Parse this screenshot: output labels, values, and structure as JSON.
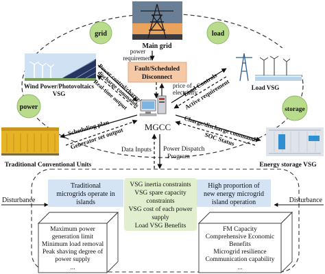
{
  "nodes": {
    "main_grid": "Main grid",
    "wind_pv": "Wind Power/Photovoltaics",
    "wind_pv_sub": "VSG",
    "load_vsg": "Load VSG",
    "traditional_units": "Traditional Conventional Units",
    "energy_storage": "Energy storage VSG",
    "mgcc": "MGCC"
  },
  "circles": {
    "grid": "grid",
    "load": "load",
    "power": "power",
    "storage": "storage"
  },
  "fault_box": [
    "Fault/Scheduled",
    "Disconnect"
  ],
  "arrow_labels": {
    "power_requirement": [
      "power",
      "requirement"
    ],
    "price_of_electricity": [
      "price of",
      "electricity"
    ],
    "power_control": [
      "Power control/charge/",
      "discharge commands"
    ],
    "realtime_output": "Real-time output",
    "load_controls": "Load Controls",
    "active_requirement": "Active requirement",
    "scheduling_plan": "Scheduling plan",
    "generator_set_output": "Generator set output",
    "charge_discharge": "Charge/discharge commands",
    "soc_status": "SOC Status",
    "data_inputs": "Data Inputs",
    "power_dispatch": [
      "Power Dispatch",
      "Program"
    ]
  },
  "bottom": {
    "disturbance_left": "Disturbance",
    "disturbance_right": "Disturbance",
    "left_box": [
      "Traditional",
      "microgrids operate in",
      "islands"
    ],
    "right_box": [
      "High proportion of",
      "new energy microgrid",
      "island operation"
    ],
    "center_box": [
      "VSG inertia constraints",
      "VSG spare capacity",
      "constraints",
      "VSG cost of each power",
      "supply",
      "Load VSG Benefits"
    ],
    "left_cube": [
      "Maximum power",
      "generation limit",
      "Minimum load removal",
      "Peak shaving degree of",
      "power supply",
      "..."
    ],
    "right_cube": [
      "FM Capacity",
      "Comprehensive Economic",
      "Benefits",
      "Microgrid resilience",
      "Communication capability",
      "..."
    ]
  },
  "colors": {
    "circle_fill": "#b9dc8c",
    "fault_fill": "#f6c9a6",
    "blue_box": "#d4e4f4",
    "green_box": "#e2efcf",
    "generator": "#e6b325",
    "storage_container": "#dfe3ea"
  }
}
